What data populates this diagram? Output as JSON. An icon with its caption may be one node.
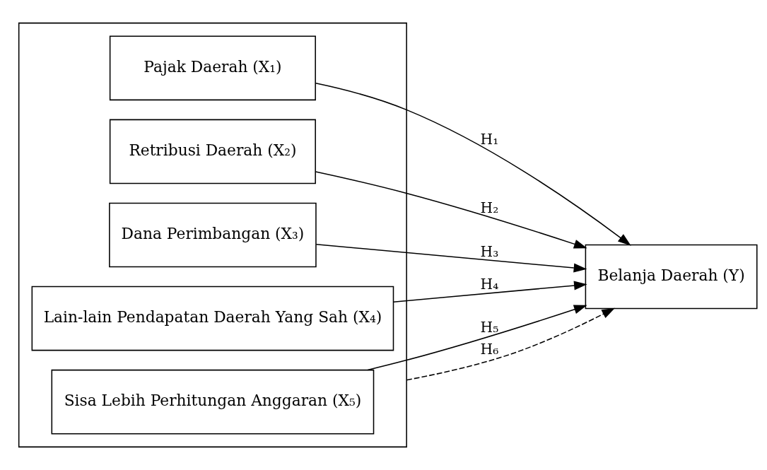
{
  "diagram": {
    "nodes": [
      {
        "text": [],
        "shape": "box"
      },
      {
        "text": [
          "Pajak Daerah (X₁)"
        ],
        "in": 0
      },
      {
        "text": [
          "Retribusi Daerah (X₂)"
        ],
        "in": 0
      },
      {
        "text": [
          "Dana Perimbangan (X₃)"
        ],
        "in": 0
      },
      {
        "text": [
          "Lain-lain Pendapatan Daerah Yang Sah (X₄)"
        ],
        "in": 0
      },
      {
        "text": [
          "Sisa Lebih Perhitungan Anggaran (X₅)"
        ],
        "in": 0
      },
      {
        "text": [
          "Belanja Daerah (Y)"
        ]
      }
    ],
    "edges": [
      {
        "from": 1,
        "to": 6,
        "arrow": "to",
        "label": "H₁"
      },
      {
        "from": 2,
        "to": 6,
        "arrow": "to",
        "label": "H₂"
      },
      {
        "from": 3,
        "to": 6,
        "arrow": "to",
        "label": "H₃"
      },
      {
        "from": 4,
        "to": 6,
        "arrow": "to",
        "label": "H₄"
      },
      {
        "from": 5,
        "to": 6,
        "arrow": "to",
        "label": "H₅"
      },
      {
        "from": 0,
        "to": 6,
        "arrow": "to",
        "label": "H₆",
        "style": "dashed"
      }
    ]
  }
}
